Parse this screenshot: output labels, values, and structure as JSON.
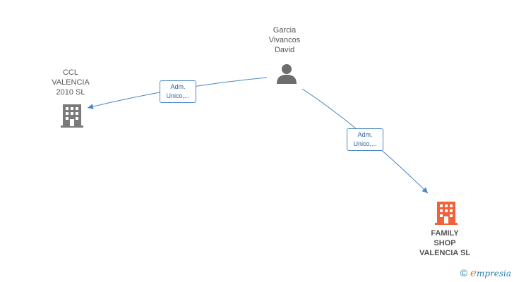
{
  "nodes": {
    "person": {
      "name": "Garcia\nVivancos\nDavid"
    },
    "company_left": {
      "name": "CCL\nVALENCIA\n2010  SL"
    },
    "company_right": {
      "name": "FAMILY\nSHOP\nVALENCIA  SL"
    }
  },
  "edges": [
    {
      "label": "Adm.\nUnico,..."
    },
    {
      "label": "Adm.\nUnico,..."
    }
  ],
  "colors": {
    "edge": "#4a86c8",
    "person_icon": "#6d6d6d",
    "company_icon": "#7a7a7a",
    "highlight_company_icon": "#f0623a"
  },
  "brand": {
    "copyright": "©",
    "e_letter": "e",
    "word": "mpresia"
  }
}
